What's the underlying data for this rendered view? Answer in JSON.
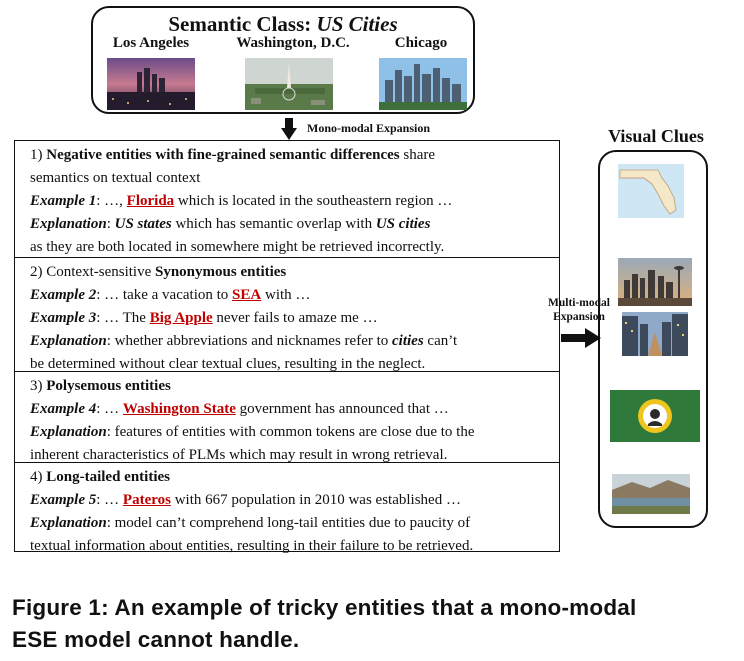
{
  "semantic_class": {
    "prefix": "Semantic Class: ",
    "name": "US Cities",
    "cities": [
      "Los Angeles",
      "Washington, D.C.",
      "Chicago"
    ]
  },
  "mono_modal_label": "Mono-modal Expansion",
  "multi_modal_label_line1": "Multi-modal",
  "multi_modal_label_line2": "Expansion",
  "visual_clues_title": "Visual Clues",
  "sections": [
    {
      "number": "1) ",
      "title": "Negative entities with fine-grained semantic differences",
      "title_suffix": " share",
      "line2": "semantics on textual context",
      "example_label": "Example 1",
      "example_pre": ": …, ",
      "example_entity": "Florida",
      "example_post": " which is located in the southeastern region …",
      "explanation_label": "Explanation",
      "exp_a": ": ",
      "exp_b": "US states",
      "exp_c": " which has semantic overlap with ",
      "exp_d": "US cities",
      "exp_line2": "as they are both located in somewhere might be retrieved incorrectly."
    },
    {
      "number": "2) ",
      "title_pre": "Context-sensitive ",
      "title": "Synonymous entities",
      "example2_label": "Example 2",
      "example2_pre": ": … take a vacation to ",
      "example2_entity": "SEA",
      "example2_post": " with …",
      "example3_label": "Example 3",
      "example3_pre": ": … The ",
      "example3_entity": "Big Apple",
      "example3_post": " never fails to amaze me …",
      "explanation_label": "Explanation",
      "exp_a": ": whether abbreviations and nicknames refer to ",
      "exp_b": "cities",
      "exp_c": " can’t",
      "exp_line2": "be determined without clear textual clues, resulting in the neglect."
    },
    {
      "number": "3) ",
      "title": "Polysemous entities",
      "example_label": "Example 4",
      "example_pre": ": … ",
      "example_entity": "Washington State",
      "example_post": " government has announced that …",
      "explanation_label": "Explanation",
      "exp_a": ": features of entities with common tokens are close due to the",
      "exp_line2": "inherent characteristics of PLMs which may result in wrong retrieval."
    },
    {
      "number": "4) ",
      "title": "Long-tailed entities",
      "example_label": "Example 5",
      "example_pre": ": … ",
      "example_entity": "Pateros",
      "example_post": " with 667 population in 2010 was established …",
      "explanation_label": "Explanation",
      "exp_a": ": model can’t comprehend long-tail entities due to paucity of",
      "exp_line2": "textual information about entities, resulting in their failure to be retrieved."
    }
  ],
  "caption_line1": "Figure 1: An example of tricky entities that a mono-modal",
  "caption_line2": "ESE model cannot handle.",
  "colors": {
    "entity_highlight": "#c00000",
    "border": "#111111"
  }
}
